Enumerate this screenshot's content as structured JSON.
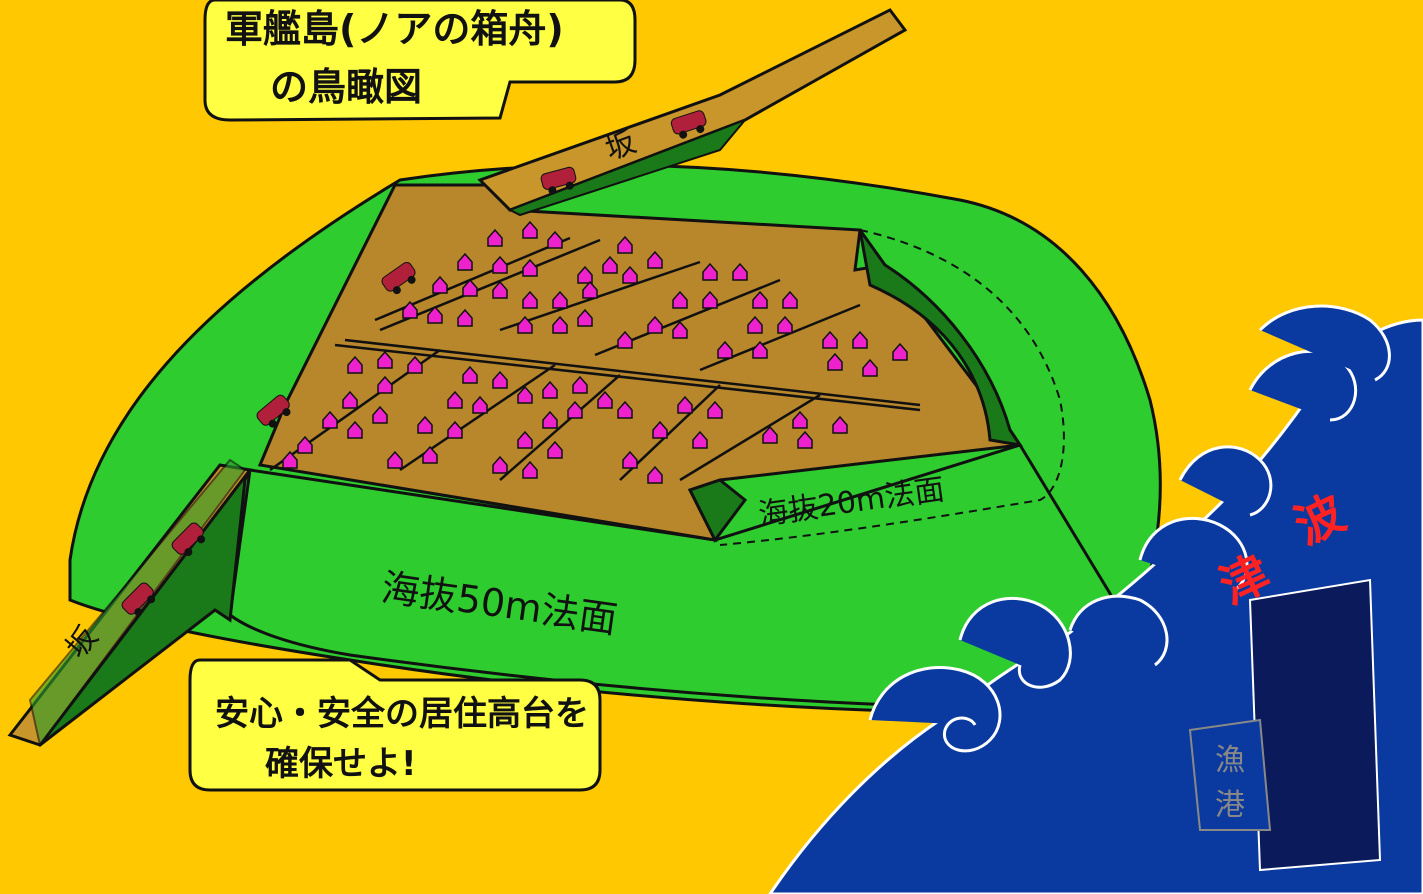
{
  "title": {
    "line1": "軍艦島(ノアの箱舟)",
    "line2": "の鳥瞰図"
  },
  "slogan": {
    "line1": "安心・安全の居住高台を",
    "line2": "確保せよ!"
  },
  "labels": {
    "slope_left": "坂",
    "slope_top": "坂",
    "face_50m": "海抜50m法面",
    "face_20m": "海抜20m法面",
    "tsunami_1": "津",
    "tsunami_2": "波",
    "fishing_port_1": "漁",
    "fishing_port_2": "港"
  },
  "colors": {
    "sea": "#ffc800",
    "green": "#2ecc2e",
    "dark_green": "#1a7a1a",
    "plateau": "#b8862b",
    "road": "#c8962a",
    "callout": "#ffff44",
    "house": "#ee22cc",
    "car": "#b0203a",
    "wave": "#0a3aa0",
    "wave_dark": "#0a1a5a",
    "tsunami_text": "#ff2222"
  }
}
